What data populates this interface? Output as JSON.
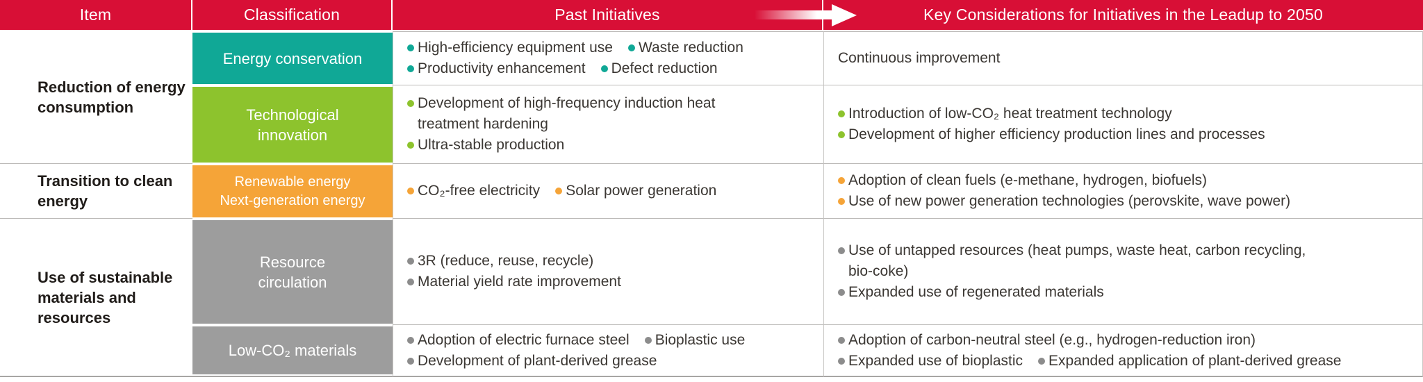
{
  "colors": {
    "header_bg": "#d80f36",
    "teal": "#10a896",
    "green": "#8dc32d",
    "orange": "#f5a438",
    "gray": "#9d9d9d",
    "gray_bullet": "#8c8c8c",
    "divider": "#bcbab8"
  },
  "header": {
    "columns": [
      "Item",
      "Classification",
      "Past Initiatives",
      "Key Considerations for Initiatives in the Leadup to 2050"
    ],
    "arrow_icon": "right-arrow"
  },
  "items": [
    {
      "label": "Reduction of energy\nconsumption"
    },
    {
      "label": "Transition to clean\nenergy"
    },
    {
      "label": "Use of sustainable\nmaterials and\nresources"
    }
  ],
  "rows": [
    {
      "classification": "Energy conservation",
      "color": "#10a896",
      "past": {
        "bullet": "#10a896",
        "lines": [
          {
            "items": [
              "High-efficiency equipment use",
              "Waste reduction"
            ]
          },
          {
            "items": [
              "Productivity enhancement",
              "Defect reduction"
            ]
          }
        ]
      },
      "future": {
        "bullet": "#10a896",
        "lines": [
          {
            "no_bullet": true,
            "items": [
              "Continuous improvement"
            ]
          }
        ]
      }
    },
    {
      "classification": "Technological\ninnovation",
      "color": "#8dc32d",
      "past": {
        "bullet": "#8dc32d",
        "lines": [
          {
            "items": [
              "Development of high-frequency induction heat\ntreatment hardening"
            ]
          },
          {
            "items": [
              "Ultra-stable production"
            ]
          }
        ]
      },
      "future": {
        "bullet": "#8dc32d",
        "lines": [
          {
            "items": [
              "Introduction of low-CO₂ heat treatment technology"
            ]
          },
          {
            "items": [
              "Development of higher efficiency production lines and processes"
            ]
          }
        ]
      }
    },
    {
      "classification": "Renewable energy\nNext-generation energy",
      "color": "#f5a438",
      "past": {
        "bullet": "#f5a438",
        "lines": [
          {
            "items": [
              "CO₂-free electricity",
              "Solar power generation"
            ]
          }
        ]
      },
      "future": {
        "bullet": "#f5a438",
        "lines": [
          {
            "items": [
              "Adoption of clean fuels (e-methane, hydrogen, biofuels)"
            ]
          },
          {
            "items": [
              "Use of new power generation technologies (perovskite, wave power)"
            ]
          }
        ]
      }
    },
    {
      "classification": "Resource\ncirculation",
      "color": "#9d9d9d",
      "past": {
        "bullet": "#8c8c8c",
        "lines": [
          {
            "items": [
              "3R (reduce, reuse, recycle)"
            ]
          },
          {
            "items": [
              "Material yield rate improvement"
            ]
          }
        ]
      },
      "future": {
        "bullet": "#8c8c8c",
        "lines": [
          {
            "items": [
              "Use of untapped resources (heat pumps, waste heat, carbon recycling,\nbio-coke)"
            ]
          },
          {
            "items": [
              "Expanded use of regenerated materials"
            ]
          }
        ]
      }
    },
    {
      "classification": "Low-CO₂ materials",
      "color": "#9d9d9d",
      "past": {
        "bullet": "#8c8c8c",
        "lines": [
          {
            "items": [
              "Adoption of electric furnace steel",
              "Bioplastic use"
            ]
          },
          {
            "items": [
              "Development of plant-derived grease"
            ]
          }
        ]
      },
      "future": {
        "bullet": "#8c8c8c",
        "lines": [
          {
            "items": [
              "Adoption of carbon-neutral steel (e.g., hydrogen-reduction iron)"
            ]
          },
          {
            "items": [
              "Expanded use of bioplastic",
              "Expanded application of plant-derived grease"
            ]
          }
        ]
      }
    }
  ]
}
